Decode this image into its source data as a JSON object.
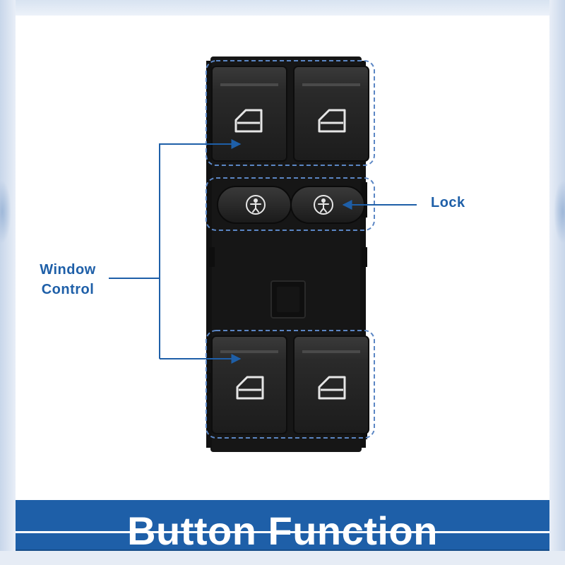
{
  "labels": {
    "window_control_line1": "Window",
    "window_control_line2": "Control",
    "lock": "Lock"
  },
  "banner": {
    "title": "Button Function"
  },
  "colors": {
    "accent": "#1e5fa8",
    "panel": "#1a1a1a",
    "switch_face": "#2b2b2b",
    "dashed_outline": "#5b86c4"
  },
  "icons": {
    "window": "window-switch-icon",
    "child_lock": "child-lock-icon"
  }
}
